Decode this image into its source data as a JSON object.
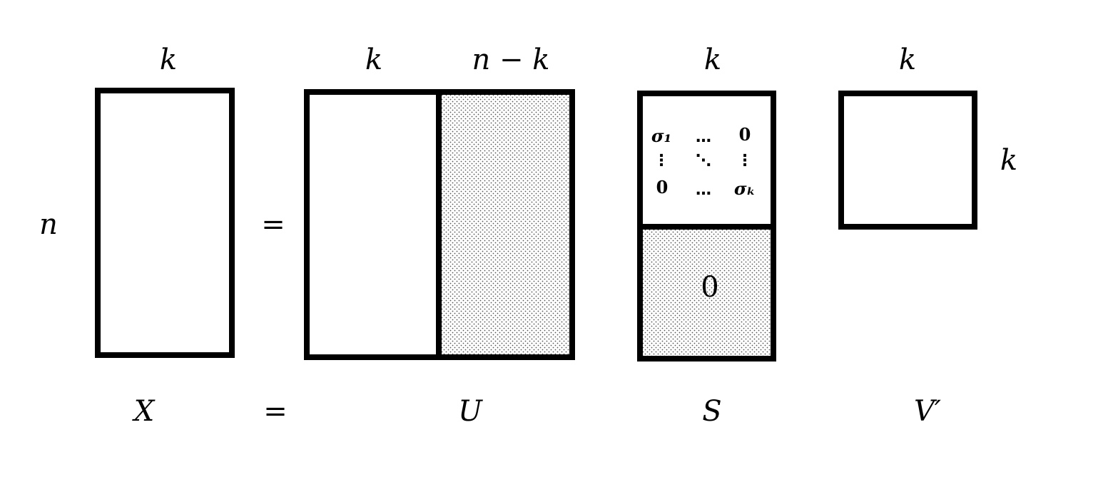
{
  "diagram": {
    "x_matrix": {
      "top_label": "k",
      "side_label": "n",
      "name": "X"
    },
    "equals_top": "=",
    "equals_bottom": "=",
    "u_matrix": {
      "left_top_label": "k",
      "right_top_label": "n − k",
      "name": "U"
    },
    "s_matrix": {
      "top_label": "k",
      "name": "S",
      "entries": {
        "sigma1": "σ₁",
        "sigmak": "σₖ",
        "zero_tr": "0",
        "zero_bl": "0",
        "hdots_top": "…",
        "hdots_bottom": "…",
        "vdots_left": "⋮",
        "vdots_right": "⋮",
        "ddots": "⋱"
      },
      "lower_block": "0"
    },
    "v_matrix": {
      "top_label": "k",
      "side_label": "k",
      "name": "V′"
    }
  }
}
